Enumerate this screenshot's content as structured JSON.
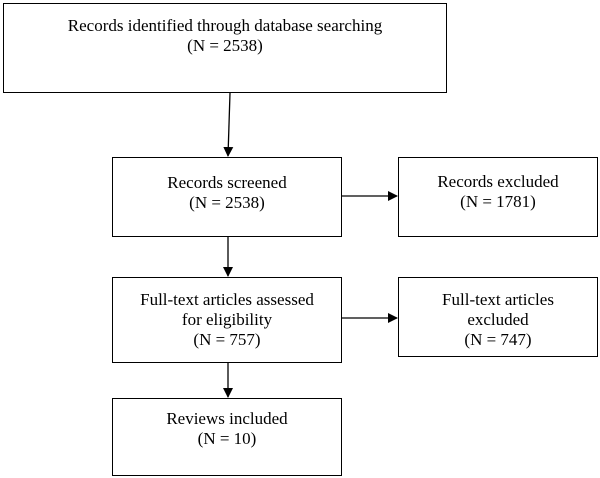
{
  "boxes": {
    "identified": {
      "line1": "Records identified through database searching",
      "line2": "(N = 2538)"
    },
    "screened": {
      "line1": "Records screened",
      "line2": "(N = 2538)"
    },
    "excluded": {
      "line1": "Records excluded",
      "line2": "(N = 1781)"
    },
    "fulltext": {
      "line1": "Full-text articles assessed",
      "line2": "for eligibility",
      "line3": "(N = 757)"
    },
    "fulltext_excluded": {
      "line1": "Full-text articles",
      "line2": "excluded",
      "line3": "(N = 747)"
    },
    "included": {
      "line1": "Reviews included",
      "line2": "(N = 10)"
    }
  }
}
